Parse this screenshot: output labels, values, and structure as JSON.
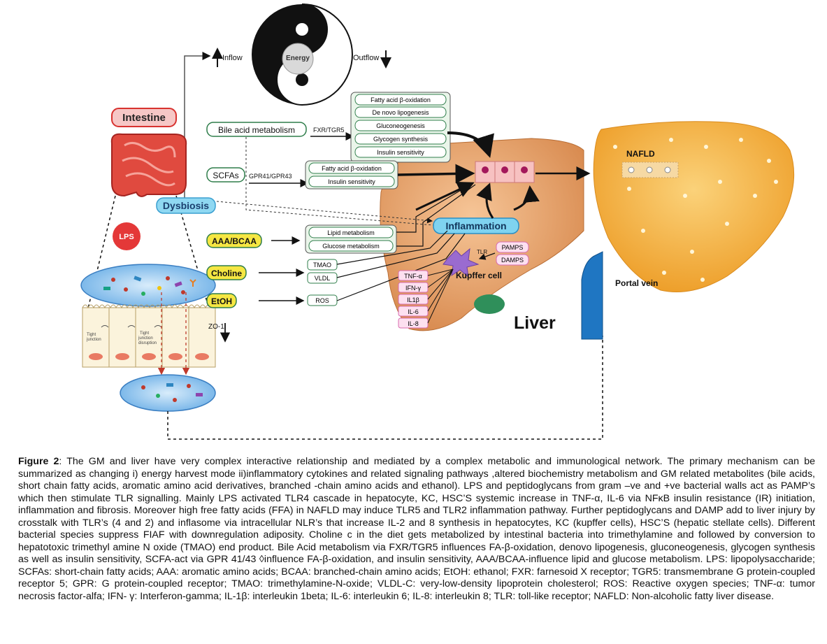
{
  "diagram": {
    "energy": "Energy",
    "inflow": "Inflow",
    "outflow": "Outflow",
    "intestine": "Intestine",
    "lps": "LPS",
    "dysbiosis": "Dysbiosis",
    "zo1": "ZO-1",
    "tight_junction": "Tight\njunction",
    "tight_junction_disruption": "Tight\njunction\ndisruption",
    "bile_acid": "Bile acid metabolism",
    "fxr_tgr5": "FXR/TGR5",
    "bile_effects": [
      "Fatty acid β-oxidation",
      "De novo lipogenesis",
      "Gluconeogenesis",
      "Glycogen synthesis",
      "Insulin sensitivity"
    ],
    "scfas": "SCFAs",
    "gpr": "GPR41/GPR43",
    "scfa_effects": [
      "Fatty acid β-oxidation",
      "Insulin sensitivity"
    ],
    "aaa_bcaa": "AAA/BCAA",
    "aaa_effects": [
      "Lipid metabolism",
      "Glucose metabolism"
    ],
    "choline": "Choline",
    "choline_effects": [
      "TMAO",
      "VLDL"
    ],
    "etoh": "EtOH",
    "etoh_effect": "ROS",
    "inflammation": "Inflammation",
    "tlr": "TLR",
    "pamps": "PAMPS",
    "damps": "DAMPS",
    "kupffer": "Kupffer cell",
    "cytokines": [
      "TNF-α",
      "IFN-γ",
      "IL1β",
      "IL-6",
      "IL-8"
    ],
    "liver": "Liver",
    "nafld": "NAFLD",
    "portal_vein": "Portal vein"
  },
  "caption": {
    "label": "Figure 2",
    "text": ": The GM and liver have very complex interactive relationship and mediated by a complex metabolic and immunological network. The primary mechanism can be summarized as changing i) energy harvest mode ii)inflammatory cytokines and related signaling pathways ,altered biochemistry metabolism and GM related metabolites (bile acids, short chain fatty acids, aromatic amino acid derivatives, branched -chain  amino acids and ethanol). LPS and peptidoglycans from gram –ve and +ve bacterial walls act as PAMP’s which then stimulate TLR signalling. Mainly LPS activated TLR4 cascade in hepatocyte, KC, HSC’S systemic increase in TNF-α, IL-6 via NFκB insulin resistance (IR) initiation, inflammation and fibrosis. Moreover high free fatty acids (FFA) in NAFLD may induce TLR5 and TLR2 inflammation pathway. Further peptidoglycans and DAMP add to liver injury by crosstalk with TLR’s (4 and 2) and inflasome via intracellular NLR’s that increase IL-2 and 8 synthesis in hepatocytes, KC (kupffer cells), HSC’S (hepatic stellate cells). Different bacterial species suppress FIAF with downregulation adiposity. Choline c in the diet gets metabolized by intestinal bacteria into trimethylamine and followed by conversion to hepatotoxic trimethyl amine N oxide (TMAO) end product. Bile Acid metabolism via FXR/TGR5 influences FA-β-oxidation, denovo lipogenesis, gluconeogenesis, glycogen synthesis as well as insulin sensitivity, SCFA-act via GPR 41/43 ◊influence FA-β-oxidation, and insulin sensitivity, AAA/BCAA-influence lipid and glucose metabolism. LPS: lipopolysaccharide; SCFAs: short-chain fatty acids; AAA: aromatic amino acids; BCAA: branched-chain amino acids; EtOH: ethanol; FXR: farnesoid X receptor; TGR5: transmembrane G protein-coupled receptor 5; GPR: G protein-coupled receptor; TMAO: trimethylamine-N-oxide; VLDL-C: very-low-density lipoprotein cholesterol; ROS: Reactive oxygen species; TNF-α: tumor necrosis factor-alfa; IFN- γ: Interferon-gamma; IL-1β: interleukin 1beta; IL-6: interleukin 6; IL-8: interleukin 8; TLR: toll-like receptor; NAFLD: Non-alcoholic fatty liver disease."
  },
  "colors": {
    "green_box": "#2e7d4a",
    "yellow_fill": "#f5e642",
    "cyan_fill": "#7fd3f0",
    "pink_box": "#d96bb0",
    "liver_fill": "#e8a66c",
    "nafld_fill": "#f4b343",
    "intestine_red": "#d8322f"
  }
}
